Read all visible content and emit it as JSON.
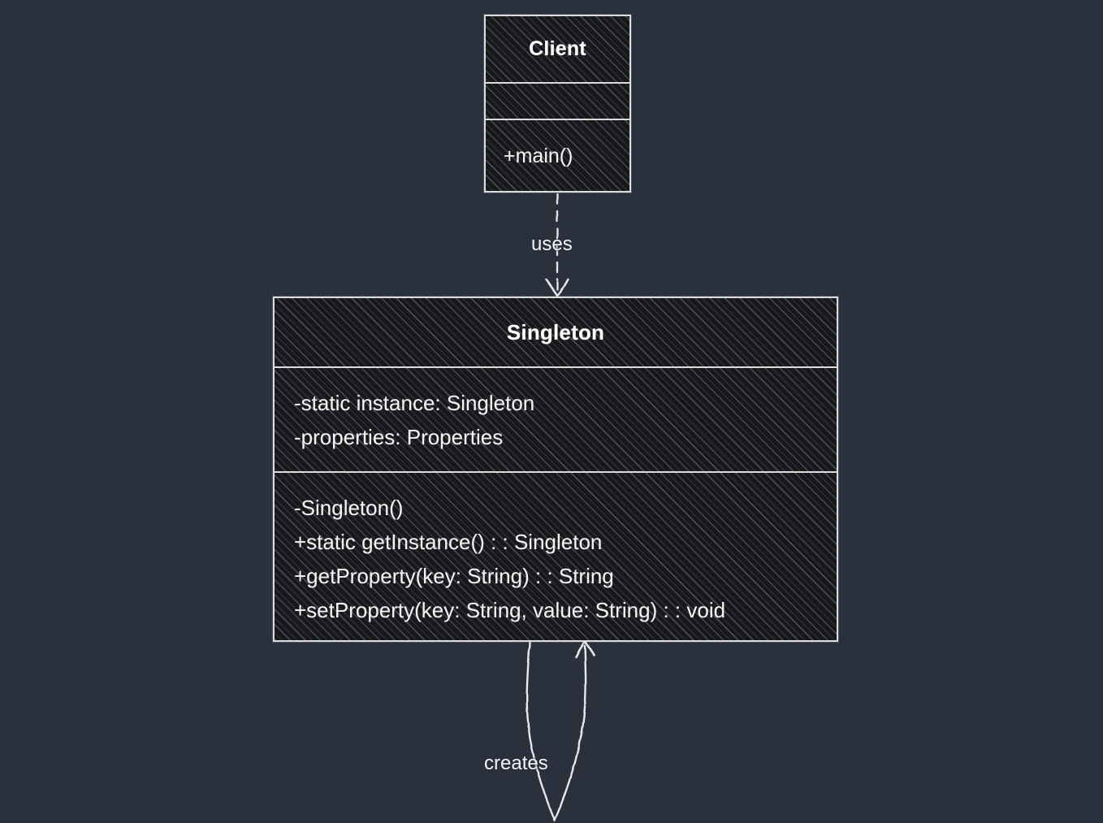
{
  "diagram": {
    "type": "uml-class-diagram",
    "pattern": "Singleton",
    "style": "hand-drawn-sketch",
    "background_color": "#2a313d",
    "stroke_color": "#dcdcdc",
    "fill_color": "#181818",
    "hatch_color": "#6c7c9c",
    "text_color": "#ffffff"
  },
  "classes": [
    {
      "id": "client",
      "name": "Client",
      "attributes": [],
      "methods": [
        "+main()"
      ]
    },
    {
      "id": "singleton",
      "name": "Singleton",
      "attributes": [
        "-static instance: Singleton",
        "-properties: Properties"
      ],
      "methods": [
        "-Singleton()",
        "+static getInstance() : : Singleton",
        "+getProperty(key: String) : : String",
        "+setProperty(key: String, value: String) : : void"
      ]
    }
  ],
  "relationships": [
    {
      "id": "uses",
      "label": "uses",
      "from": "client",
      "to": "singleton",
      "line": "dashed",
      "arrowhead": "open"
    },
    {
      "id": "creates",
      "label": "creates",
      "from": "singleton",
      "to": "singleton",
      "line": "solid",
      "arrowhead": "open",
      "shape": "self-loop"
    }
  ]
}
